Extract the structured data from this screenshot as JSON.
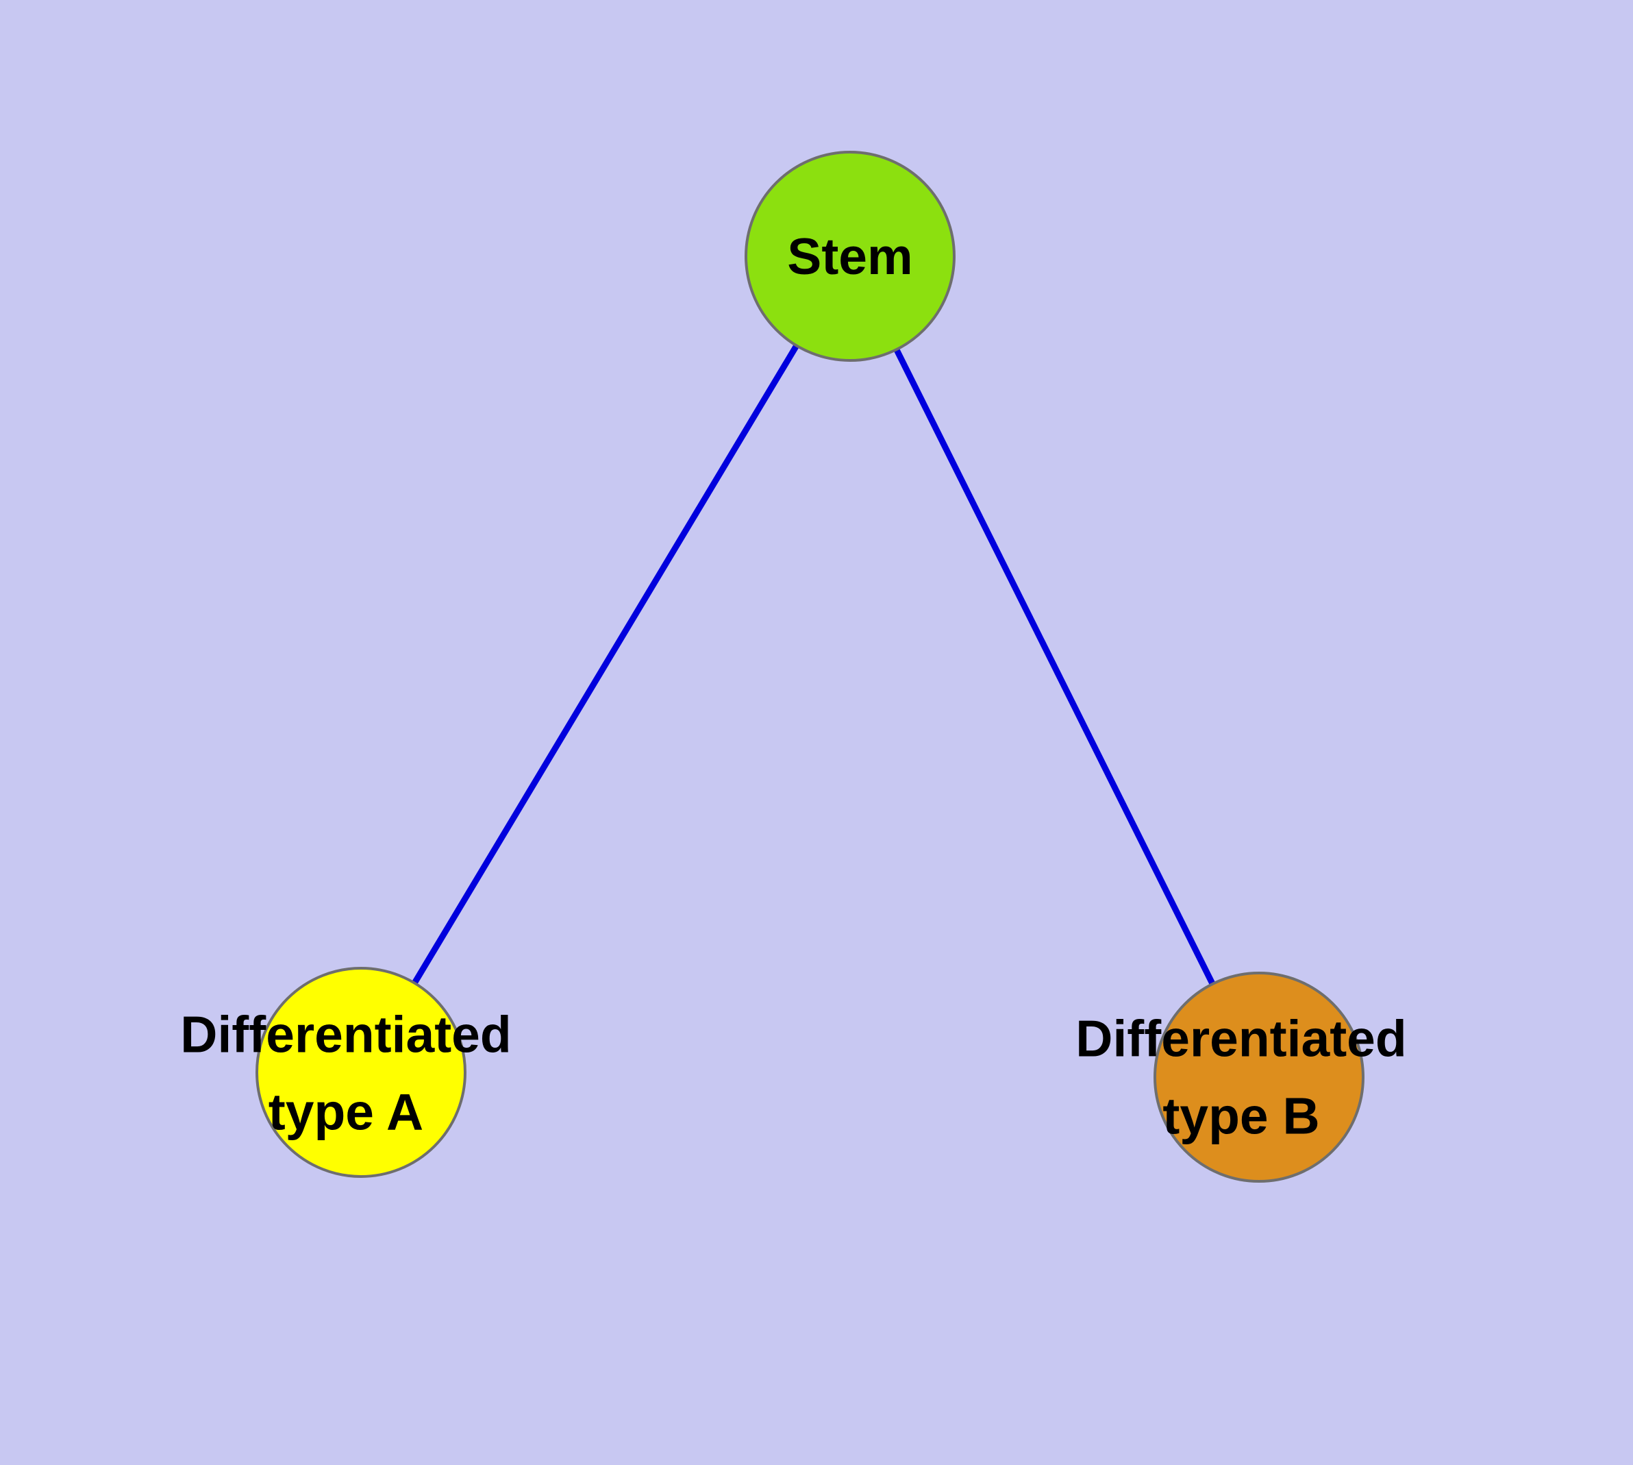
{
  "canvas": {
    "background": "#c8c8f2",
    "style": "background-color:#c8c8f2"
  },
  "diagram": {
    "type": "node-link-tree",
    "description": "Stem cell differentiation diagram: one stem node linked to two differentiated cell type nodes",
    "nodes": [
      {
        "id": "stem",
        "label": "Stem",
        "fill": "#8ce00f",
        "stroke": "#6e6e6e"
      },
      {
        "id": "type-a",
        "label": "Differentiated\ntype A",
        "fill": "#ffff00",
        "stroke": "#6e6e6e"
      },
      {
        "id": "type-b",
        "label": "Differentiated\ntype B",
        "fill": "#dd8e1d",
        "stroke": "#6e6e6e"
      }
    ],
    "edges": [
      {
        "from": "stem",
        "to": "type-a",
        "color": "#0000dd"
      },
      {
        "from": "stem",
        "to": "type-b",
        "color": "#0000dd"
      }
    ]
  }
}
